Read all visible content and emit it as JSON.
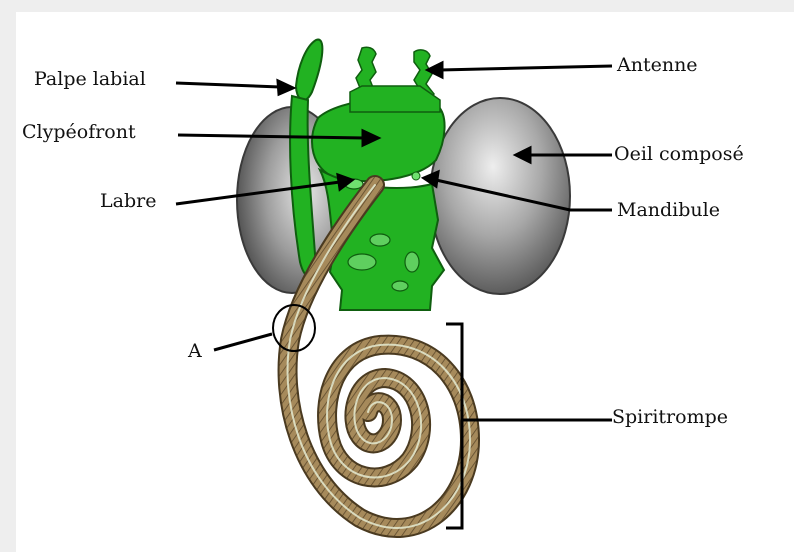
{
  "labels": {
    "palpe_labial": "Palpe labial",
    "clypeofront": "Clypéofront",
    "labre": "Labre",
    "a_marker": "A",
    "antenne": "Antenne",
    "oeil_compose": "Oeil composé",
    "mandibule": "Mandibule",
    "spiritrompe": "Spiritrompe"
  },
  "colors": {
    "head_green": "#22b222",
    "proboscis_brown": "#a68a5b",
    "eye_gray": "#8e8e8e",
    "background": "#ffffff"
  }
}
